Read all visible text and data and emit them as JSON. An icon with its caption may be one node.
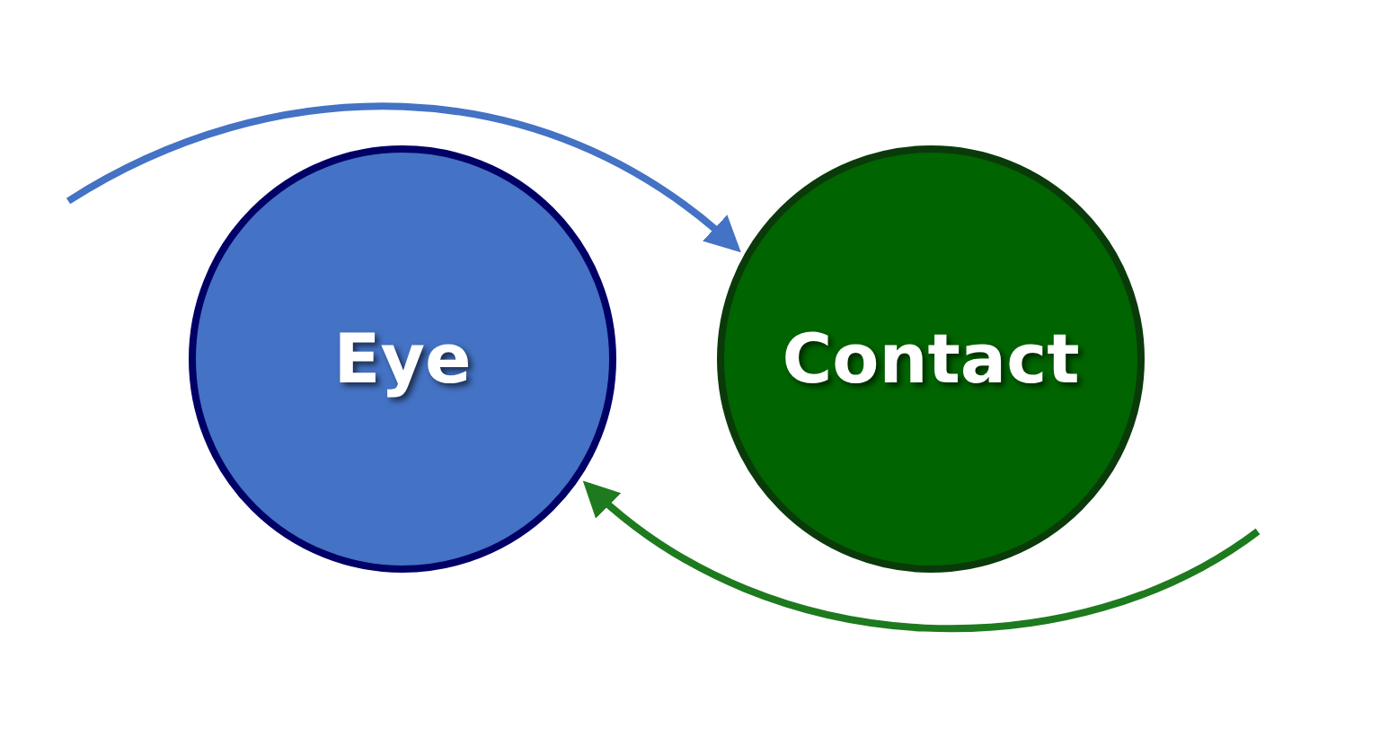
{
  "diagram": {
    "nodes": [
      {
        "text": [
          "Eye"
        ]
      },
      {
        "text": [
          "Contact"
        ]
      }
    ],
    "edges": [
      {
        "from": null,
        "to": 1,
        "arrow": "to",
        "color": "#4472c4"
      },
      {
        "from": null,
        "to": 0,
        "arrow": "to",
        "color": "#1e7a1e"
      }
    ]
  }
}
